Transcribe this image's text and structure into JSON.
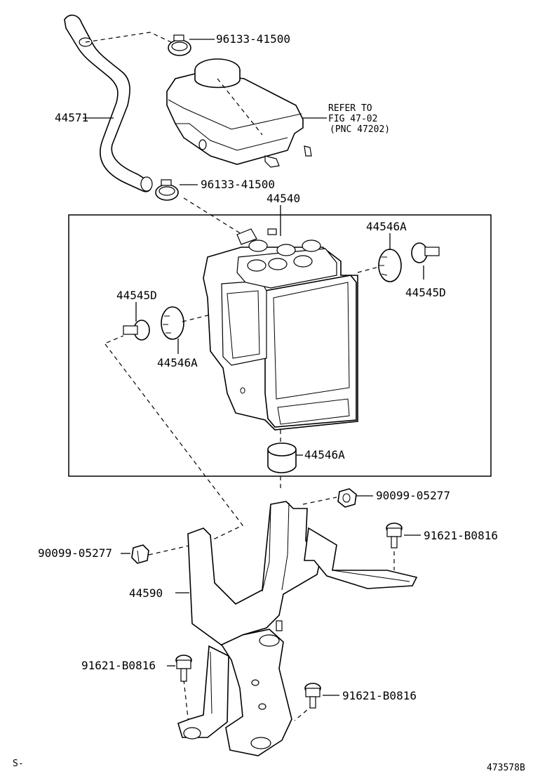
{
  "labels": {
    "clamp_upper": "96133-41500",
    "clamp_lower": "96133-41500",
    "hose": "44571",
    "refer_line1": "REFER TO",
    "refer_line2": "FIG 47-02",
    "refer_line3": "(PNC 47202)",
    "actuator_assy": "44540",
    "cushion_right": "44546A",
    "bolt_right": "44545D",
    "bolt_left": "44545D",
    "cushion_left": "44546A",
    "cushion_bottom": "44546A",
    "nut_right": "90099-05277",
    "nut_left": "90099-05277",
    "bolt_bracket_right_top": "91621-B0816",
    "bracket": "44590",
    "bolt_bracket_left": "91621-B0816",
    "bolt_bracket_right_bottom": "91621-B0816"
  },
  "footer": {
    "left_mark": "S-",
    "drawing_number": "473578B"
  }
}
